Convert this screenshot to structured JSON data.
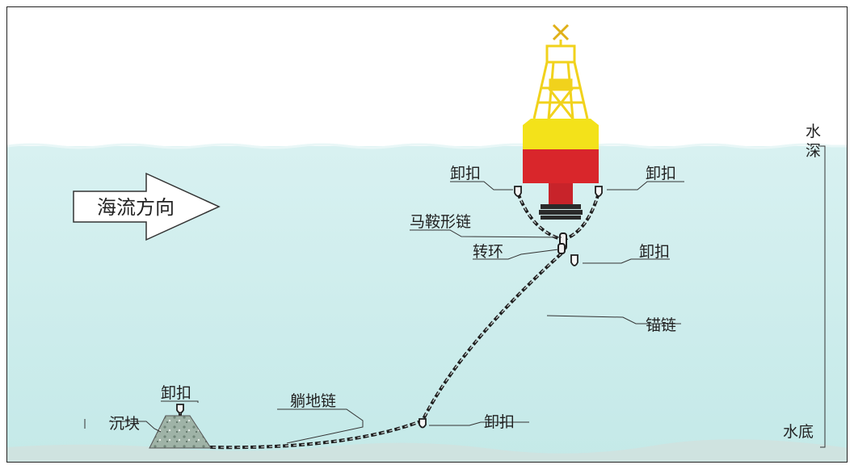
{
  "diagram": {
    "current_direction": "海流方向",
    "labels": {
      "shackle_buoy_left": "卸扣",
      "shackle_buoy_right": "卸扣",
      "bridle_chain": "马鞍形链",
      "swivel": "转环",
      "shackle_swivel": "卸扣",
      "anchor_chain": "锚链",
      "shackle_sinker": "卸扣",
      "sinker": "沉块",
      "ground_chain": "躺地链",
      "shackle_ground": "卸扣",
      "water_depth": "水深",
      "seabed": "水底"
    },
    "colors": {
      "water": "#d8f1f1",
      "seabed": "#cfe3e0",
      "buoy_yellow": "#f3e21a",
      "buoy_red": "#d9262b",
      "buoy_neck": "#c8232a",
      "buoy_base": "#2a2a2a",
      "tower": "#f1d21c",
      "chain": "#1e1e1e",
      "sinker": "#9fb3a7"
    }
  }
}
